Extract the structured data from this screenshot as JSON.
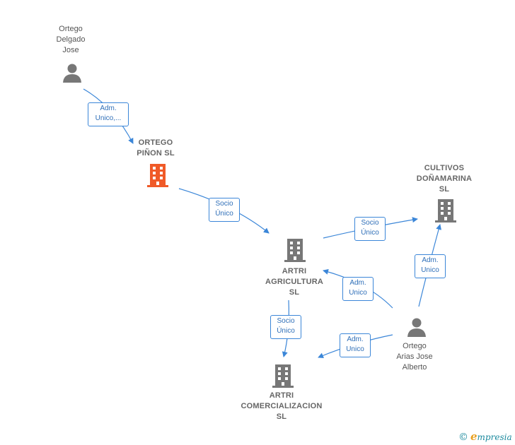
{
  "nodes": {
    "ortego_delgado": {
      "label": "Ortego\nDelgado\nJose",
      "type": "person"
    },
    "ortego_pinon": {
      "label": "ORTEGO\nPIÑON  SL",
      "type": "company-focus"
    },
    "cultivos": {
      "label": "CULTIVOS\nDOÑAMARINA\nSL",
      "type": "company"
    },
    "artri_agricultura": {
      "label": "ARTRI\nAGRICULTURA\nSL",
      "type": "company"
    },
    "ortego_arias": {
      "label": "Ortego\nArias Jose\nAlberto",
      "type": "person"
    },
    "artri_comercializacion": {
      "label": "ARTRI\nCOMERCIALIZACION\nSL",
      "type": "company"
    }
  },
  "edges": {
    "e1": {
      "label": "Adm.\nUnico,..."
    },
    "e2": {
      "label": "Socio\nÚnico"
    },
    "e3": {
      "label": "Socio\nÚnico"
    },
    "e4": {
      "label": "Adm.\nUnico"
    },
    "e5": {
      "label": "Adm.\nUnico"
    },
    "e6": {
      "label": "Socio\nÚnico"
    },
    "e7": {
      "label": "Adm.\nUnico"
    }
  },
  "colors": {
    "edge": "#3b86d8",
    "focus": "#f05a28",
    "node": "#777777"
  },
  "icons": {
    "person": "person-icon",
    "company": "building-icon"
  },
  "brand": {
    "copyright": "©",
    "e": "e",
    "name": "mpresia"
  }
}
